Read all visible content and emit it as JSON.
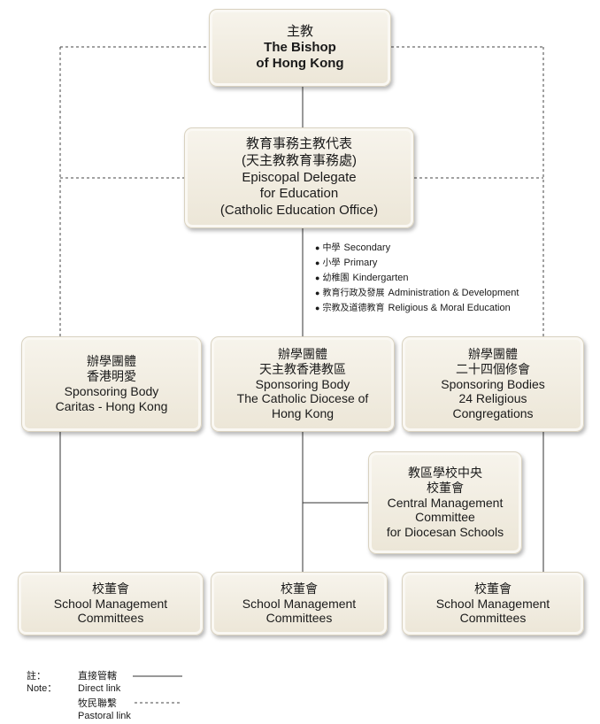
{
  "bishop": {
    "zh": "主教",
    "en1": "The Bishop",
    "en2": "of Hong Kong"
  },
  "delegate": {
    "zh1": "教育事務主教代表",
    "zh2": "(天主教教育事務處)",
    "en1": "Episcopal Delegate",
    "en2": "for Education",
    "en3": "(Catholic Education Office)"
  },
  "sections": [
    {
      "zh": "中學",
      "en": "Secondary"
    },
    {
      "zh": "小學",
      "en": "Primary"
    },
    {
      "zh": "幼稚園",
      "en": "Kindergarten"
    },
    {
      "zh": "教育行政及發展",
      "en": "Administration & Development"
    },
    {
      "zh": "宗教及道德教育",
      "en": "Religious & Moral Education"
    }
  ],
  "sponsor_caritas": {
    "zh1": "辦學團體",
    "zh2": "香港明愛",
    "en1": "Sponsoring Body",
    "en2": "Caritas - Hong Kong"
  },
  "sponsor_diocese": {
    "zh1": "辦學團體",
    "zh2": "天主教香港教區",
    "en1": "Sponsoring Body",
    "en2": "The Catholic Diocese of",
    "en3": "Hong Kong"
  },
  "sponsor_congregations": {
    "zh1": "辦學團體",
    "zh2": "二十四個修會",
    "en1": "Sponsoring Bodies",
    "en2": "24 Religious",
    "en3": "Congregations"
  },
  "central_committee": {
    "zh1": "教區學校中央",
    "zh2": "校董會",
    "en1": "Central Management",
    "en2": "Committee",
    "en3": "for Diocesan Schools"
  },
  "smc": {
    "zh": "校董會",
    "en1": "School Management",
    "en2": "Committees"
  },
  "legend": {
    "zh_label": "註：",
    "en_label": "Note：",
    "direct_zh": "直接管轄",
    "direct_en": "Direct link",
    "pastoral_zh": "牧民聯繫",
    "pastoral_en": "Pastoral link"
  },
  "colors": {
    "box_fill": "#efeadd",
    "line": "#333333"
  }
}
